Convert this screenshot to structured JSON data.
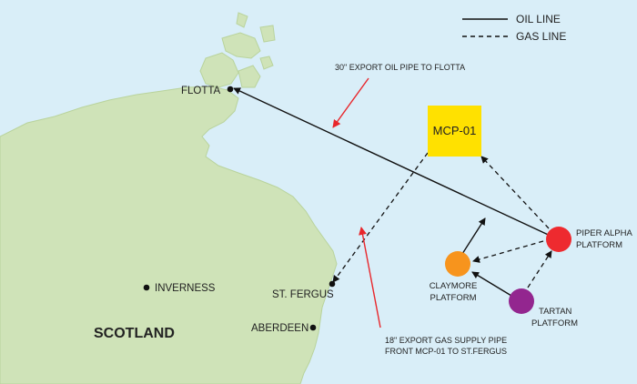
{
  "legend": {
    "oil_line": "OIL LINE",
    "gas_line": "GAS LINE"
  },
  "annotations": {
    "oil_pipe": "30\" EXPORT OIL PIPE TO FLOTTA",
    "gas_pipe_line1": "18\" EXPORT GAS SUPPLY PIPE",
    "gas_pipe_line2": "FRONT MCP-01 TO ST.FERGUS"
  },
  "places": {
    "flotta": "FLOTTA",
    "inverness": "INVERNESS",
    "st_fergus": "ST. FERGUS",
    "aberdeen": "ABERDEEN",
    "scotland": "SCOTLAND"
  },
  "platforms": {
    "mcp01": "MCP-01",
    "piper_alpha_line1": "PIPER ALPHA",
    "piper_alpha_line2": "PLATFORM",
    "claymore_line1": "CLAYMORE",
    "claymore_line2": "PLATFORM",
    "tartan_line1": "TARTAN",
    "tartan_line2": "PLATFORM"
  },
  "colors": {
    "sea": "#d9eef8",
    "land": "#cfe3b8",
    "mcp01": "#ffe100",
    "piper_alpha": "#ee2a2f",
    "claymore": "#f7941d",
    "tartan": "#93268f",
    "callout": "#e8262b"
  }
}
